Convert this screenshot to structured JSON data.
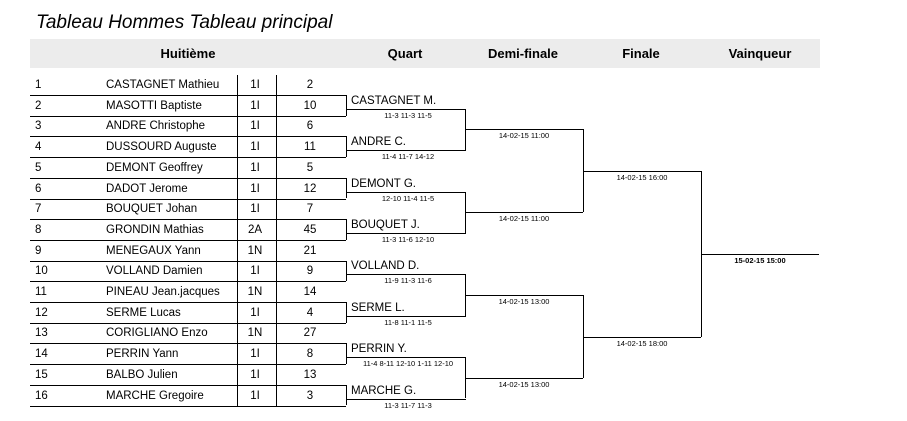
{
  "title": "Tableau Hommes Tableau principal",
  "headers": [
    "Huitième",
    "Quart",
    "Demi-finale",
    "Finale",
    "Vainqueur"
  ],
  "players": [
    {
      "num": "1",
      "name": "CASTAGNET Mathieu",
      "level": "1I",
      "rank": "2"
    },
    {
      "num": "2",
      "name": "MASOTTI Baptiste",
      "level": "1I",
      "rank": "10"
    },
    {
      "num": "3",
      "name": "ANDRE Christophe",
      "level": "1I",
      "rank": "6"
    },
    {
      "num": "4",
      "name": "DUSSOURD Auguste",
      "level": "1I",
      "rank": "11"
    },
    {
      "num": "5",
      "name": "DEMONT Geoffrey",
      "level": "1I",
      "rank": "5"
    },
    {
      "num": "6",
      "name": "DADOT Jerome",
      "level": "1I",
      "rank": "12"
    },
    {
      "num": "7",
      "name": "BOUQUET Johan",
      "level": "1I",
      "rank": "7"
    },
    {
      "num": "8",
      "name": "GRONDIN Mathias",
      "level": "2A",
      "rank": "45"
    },
    {
      "num": "9",
      "name": "MENEGAUX Yann",
      "level": "1N",
      "rank": "21"
    },
    {
      "num": "10",
      "name": "VOLLAND Damien",
      "level": "1I",
      "rank": "9"
    },
    {
      "num": "11",
      "name": "PINEAU Jean.jacques",
      "level": "1N",
      "rank": "14"
    },
    {
      "num": "12",
      "name": "SERME Lucas",
      "level": "1I",
      "rank": "4"
    },
    {
      "num": "13",
      "name": "CORIGLIANO Enzo",
      "level": "1N",
      "rank": "27"
    },
    {
      "num": "14",
      "name": "PERRIN Yann",
      "level": "1I",
      "rank": "8"
    },
    {
      "num": "15",
      "name": "BALBO Julien",
      "level": "1I",
      "rank": "13"
    },
    {
      "num": "16",
      "name": "MARCHE Gregoire",
      "level": "1I",
      "rank": "3"
    }
  ],
  "quarters": [
    {
      "name": "CASTAGNET M.",
      "score": "11-3 11-3 11-5"
    },
    {
      "name": "ANDRE C.",
      "score": "11-4 11-7 14-12"
    },
    {
      "name": "DEMONT G.",
      "score": "12-10 11-4 11-5"
    },
    {
      "name": "BOUQUET J.",
      "score": "11-3 11-6 12-10"
    },
    {
      "name": "VOLLAND D.",
      "score": "11-9 11-3 11-6"
    },
    {
      "name": "SERME L.",
      "score": "11-8 11-1 11-5"
    },
    {
      "name": "PERRIN Y.",
      "score": "11-4 8-11 12-10 1-11 12-10"
    },
    {
      "name": "MARCHE G.",
      "score": "11-3 11-7 11-3"
    }
  ],
  "semis": [
    "14-02-15 11:00",
    "14-02-15 11:00",
    "14-02-15 13:00",
    "14-02-15 13:00"
  ],
  "finals": [
    "14-02-15 16:00",
    "14-02-15 18:00"
  ],
  "winner": "15-02-15 15:00"
}
